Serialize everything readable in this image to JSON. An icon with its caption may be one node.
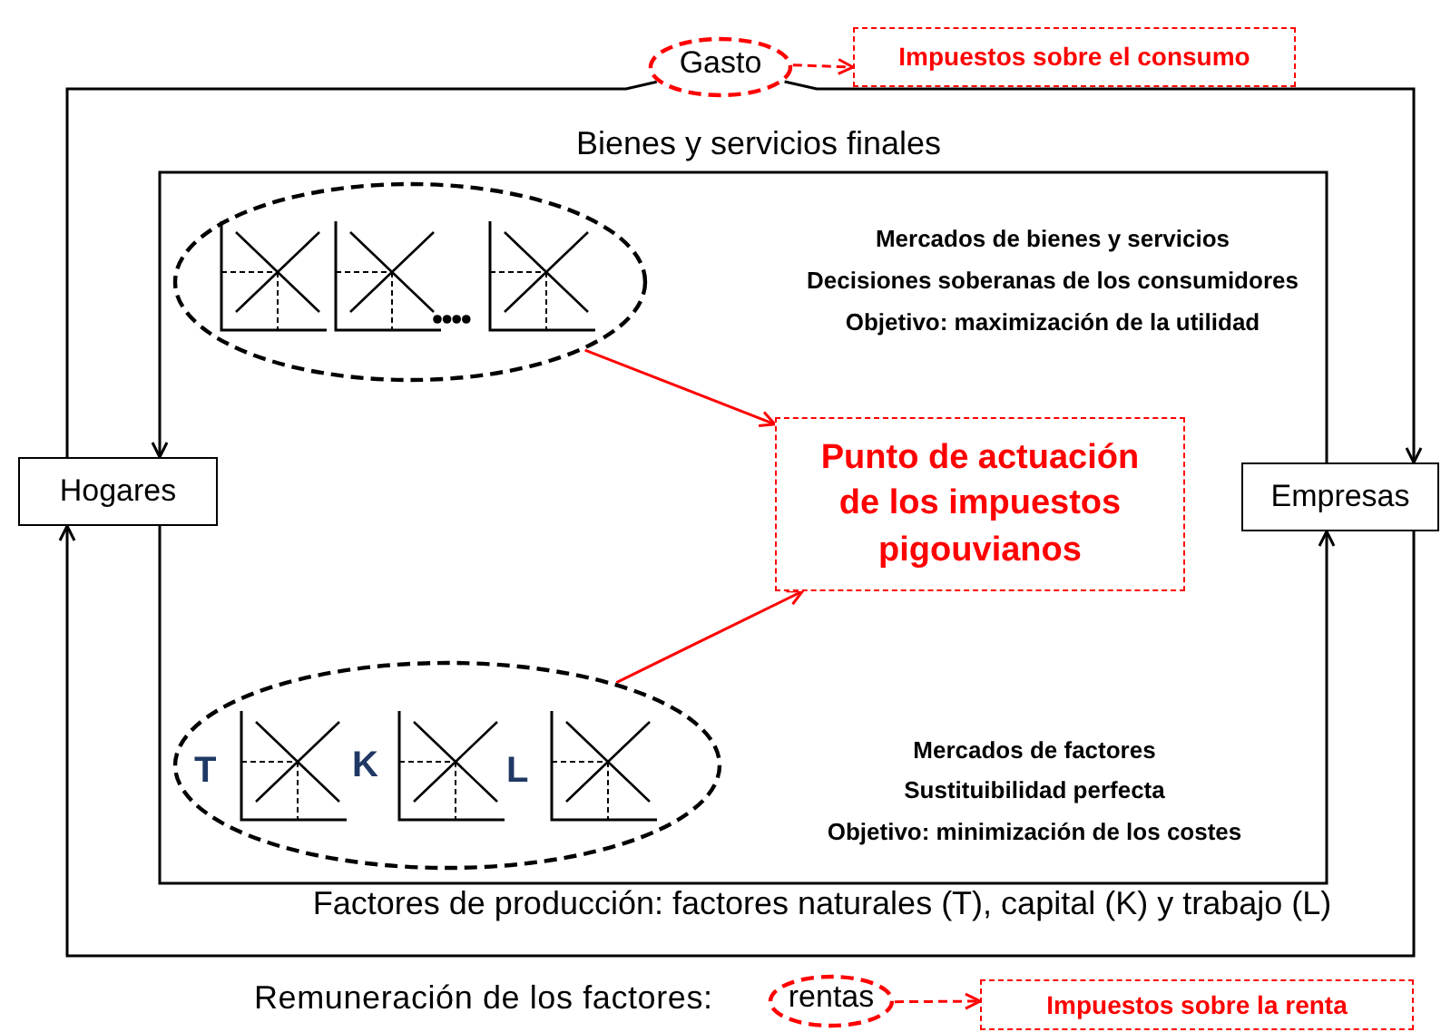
{
  "diagram": {
    "nodes": [
      {
        "text": [
          "Gasto"
        ]
      },
      {
        "text": [
          "Impuestos sobre el consumo"
        ]
      },
      {
        "text": [
          "Hogares"
        ]
      },
      {
        "text": [
          "Empresas"
        ]
      },
      {
        "text": [],
        "shape": "ellipse",
        "beside": [
          "Mercados de bienes y servicios",
          "Decisiones soberanas de los consumidores",
          "Objetivo: maximización de la utilidad"
        ]
      },
      {
        "text": [
          "Punto de actuación de los impuestos pigouvianos"
        ]
      },
      {
        "text": [
          "T",
          "K",
          "L"
        ],
        "beside": [
          "Mercados de factores",
          "Sustituibilidad perfecta",
          "Objetivo: minimización de los costes"
        ]
      },
      {
        "text": [
          "rentas"
        ]
      },
      {
        "text": [
          "Impuestos sobre la renta"
        ]
      }
    ],
    "edges": [
      {
        "from": 2,
        "to": 0,
        "arrow": "none"
      },
      {
        "from": 0,
        "to": 3,
        "arrow": "to"
      },
      {
        "from": 3,
        "to": 2,
        "arrow": "to",
        "label": "Bienes y servicios finales"
      },
      {
        "from": 2,
        "to": 3,
        "arrow": "to",
        "label": "Factores de producción: factores naturales (T), capital (K) y trabajo (L)"
      },
      {
        "from": 3,
        "to": 2,
        "arrow": "to"
      },
      {
        "from": 0,
        "to": 1,
        "arrow": "to",
        "style": "dashed",
        "color": "#ff0000"
      },
      {
        "from": 4,
        "to": 5,
        "arrow": "to",
        "color": "#ff0000"
      },
      {
        "from": 6,
        "to": 5,
        "arrow": "to",
        "color": "#ff0000"
      },
      {
        "from": 7,
        "to": 8,
        "arrow": "to",
        "style": "dashed",
        "color": "#ff0000"
      }
    ],
    "labels": [
      "Remuneración de los factores:"
    ]
  }
}
